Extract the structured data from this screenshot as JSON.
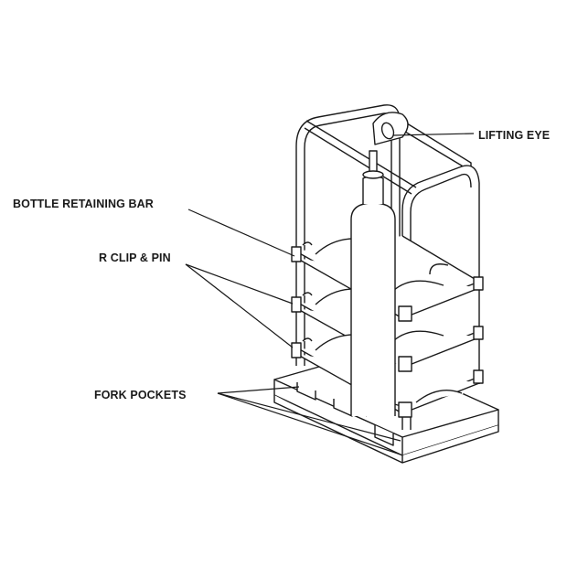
{
  "diagram": {
    "subject": "cylinder-cage",
    "labels": {
      "lifting_eye": "LIFTING EYE",
      "bottle_retaining_bar": "BOTTLE RETAINING BAR",
      "r_clip_pin": "R CLIP & PIN",
      "fork_pockets": "FORK POCKETS"
    },
    "colors": {
      "line": "#1a1a1a",
      "background": "#ffffff"
    }
  }
}
